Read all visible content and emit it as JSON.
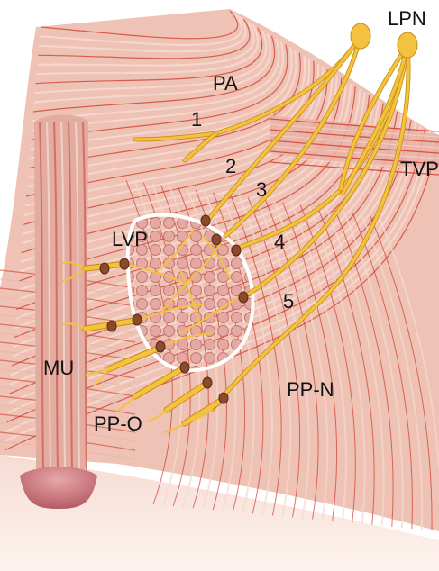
{
  "labels": {
    "lpn": "LPN",
    "pa": "PA",
    "tvp": "TVP",
    "lvp": "LVP",
    "mu": "MU",
    "pp_o": "PP-O",
    "pp_n": "PP-N",
    "n1": "1",
    "n2": "2",
    "n3": "3",
    "n4": "4",
    "n5": "5"
  },
  "colors": {
    "background": "#ffffff",
    "muscle_fill": "#eec2b4",
    "muscle_fiber_light": "#f7d9cf",
    "muscle_fiber_red": "#cf3a2c",
    "gland_fill": "#d99a93",
    "gland_outline": "#ffffff",
    "nerve": "#f4c23e",
    "nerve_outline": "#c58e12",
    "ganglion": "#8a4a2c",
    "uvula_tip": "#b55b64"
  }
}
